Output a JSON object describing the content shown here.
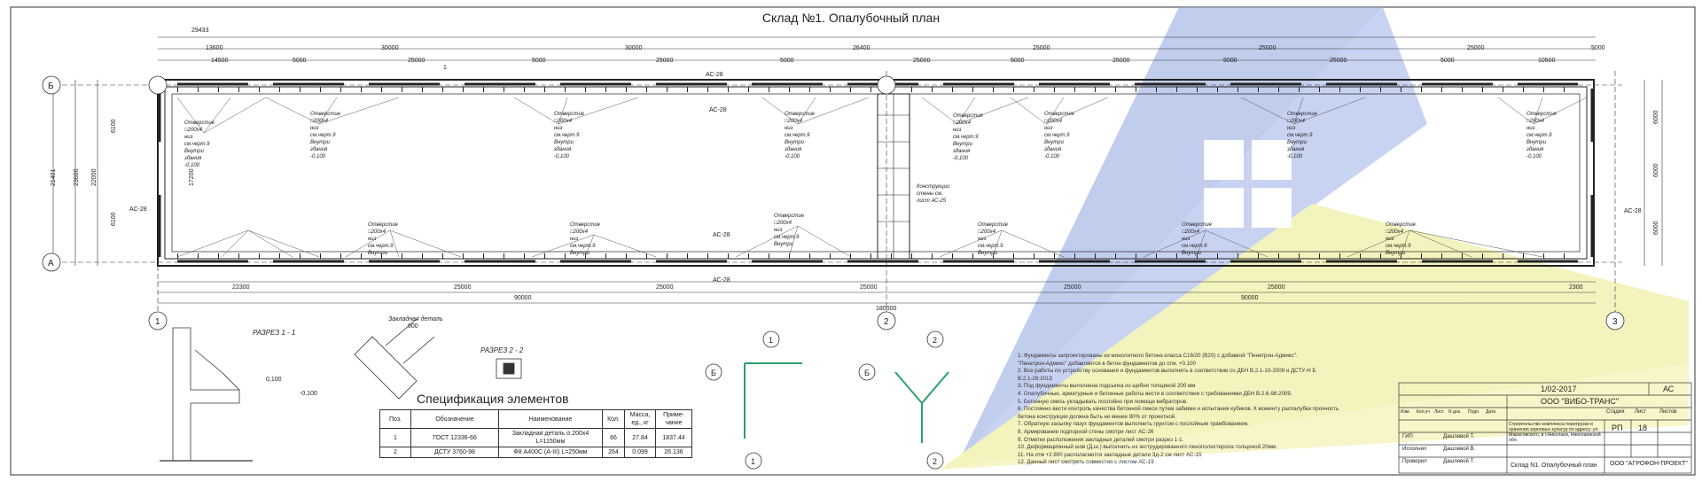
{
  "title": "Склад №1. Опалубочный план",
  "dims_top_total": [
    "29433",
    "26400"
  ],
  "dims_top": [
    "13600",
    "30000",
    "30000",
    "25000",
    "25000",
    "25000",
    "5000"
  ],
  "dims_top_sub": [
    "14500",
    "5000",
    "25000",
    "5000",
    "25000",
    "5000",
    "25000",
    "5000",
    "25000",
    "5000",
    "25000",
    "5000",
    "10500"
  ],
  "dims_bottom": [
    "22300",
    "25000",
    "25000",
    "25000",
    "25000",
    "25000",
    "2300"
  ],
  "dims_bottom_total": [
    "90000",
    "90000"
  ],
  "dims_overall": "180000",
  "dims_left": [
    "21401",
    "23600",
    "22000",
    "6100",
    "6100",
    "17200"
  ],
  "dims_right": [
    "6000",
    "6000",
    "6000"
  ],
  "axes": {
    "a": "А",
    "b": "Б",
    "one": "1",
    "two": "2",
    "three": "3"
  },
  "openings": [
    {
      "lines": [
        "Отверстие",
        "□200х4",
        "низ",
        "см.черт.9",
        "Внутри",
        "здания",
        "-0,100"
      ]
    }
  ],
  "wall_note": [
    "Конструкции",
    "стены см.",
    "лист АС-25"
  ],
  "section_labels": {
    "s1": "АС-28",
    "s1b": "1",
    "section11": "РАЗРЕЗ 1 - 1",
    "section22": "РАЗРЕЗ 2 - 2",
    "embed": "Закладная деталь",
    "mark_0100": "0,100",
    "mark_m0100": "-0,100",
    "embed_dim": "600"
  },
  "node_labels": {
    "b1": "Б",
    "b2": "Б",
    "n1": "1",
    "n2": "2",
    "n1b": "1",
    "n2b": "2"
  },
  "spec": {
    "title": "Спецификация элементов",
    "headers": [
      "Поз.",
      "Обозначение",
      "Наименование",
      "Кол.",
      "Масса, ед., кг",
      "Приме-чание"
    ],
    "rows": [
      [
        "1",
        "ГОСТ 12336-66",
        "Закладная деталь σ.200х4 L=1150мм",
        "66",
        "27.84",
        "1837.44"
      ],
      [
        "2",
        "ДСТУ 3760-98",
        "Ф8 А400С (А-III) L=250мм",
        "264",
        "0.099",
        "26.136"
      ]
    ]
  },
  "notes": [
    "1. Фундаменты запроектированы из монолитного бетона класса С16/20 (В20) с добавкой \"Пенетрон-Адмикс\".",
    "   \"Пенетрон-Адмикс\" добавляется в бетон фундаментов до отм. +0,100",
    "2. Все работы по устройству основания и фундаментов выполнять в соответствии со ДБН В.2.1-10-2009 и ДСТУ-Н Б",
    "В.2.1-28:2013",
    "3. Под фундаменты выполнена подсыпка из щебня толщиной 200 мм",
    "4. Опалубочные, арматурные и бетонные работы вести в соответствии с требованиями ДБН В.2.6-98:2009.",
    "5. Бетонную смесь укладывать послойно при помощи вибраторов.",
    "6. Постоянно вести контроль качества бетонной смеси путем забивки и испытания кубиков. К моменту распалубки прочность",
    "бетона конструкции должна быть не менее 80% от проектной.",
    "7. Обратную засыпку пазух фундаментов выполнить грунтом с послойным трамбованием.",
    "8. Армирование подпорной стены смотри лист АС-26",
    "9. Отметки расположения закладных деталей смотри разрез 1-1.",
    "10. Деформационный шов (Д.ш.) выполнить из экструдированного пенополистерола толщиной 20мм.",
    "11. На отм +2.800 располагаются закладные детали Зд-2 см лист АС-15",
    "12. Данный лист смотреть совместно с листом АС-19"
  ],
  "stamp": {
    "code": "1/02-2017",
    "mark": "АС",
    "org": "ООО \"ВИБО-ТРАНС\"",
    "cols": [
      "Изм.",
      "Кол.уч",
      "Лист",
      "N док.",
      "Подп.",
      "Дата"
    ],
    "roles": [
      "ГИП",
      "Исполнил",
      "Проверил"
    ],
    "names": [
      "Дашлевой Т.",
      "Дашлевой В.",
      "Дашлевой Т."
    ],
    "project": "Строительство комплекса перегрузки и хранения зерновых культур по адресу: ул. Марисовского, в г.Николаев, Николаевской обл.",
    "stage_h": "Стадия",
    "sheet_h": "Лист",
    "sheets_h": "Листов",
    "stage": "РП",
    "sheet": "18",
    "sheet_name": "Склад N1. Опалубочный план",
    "designer": "ООО \"АГРОФОН-ПРОЕКТ\""
  }
}
